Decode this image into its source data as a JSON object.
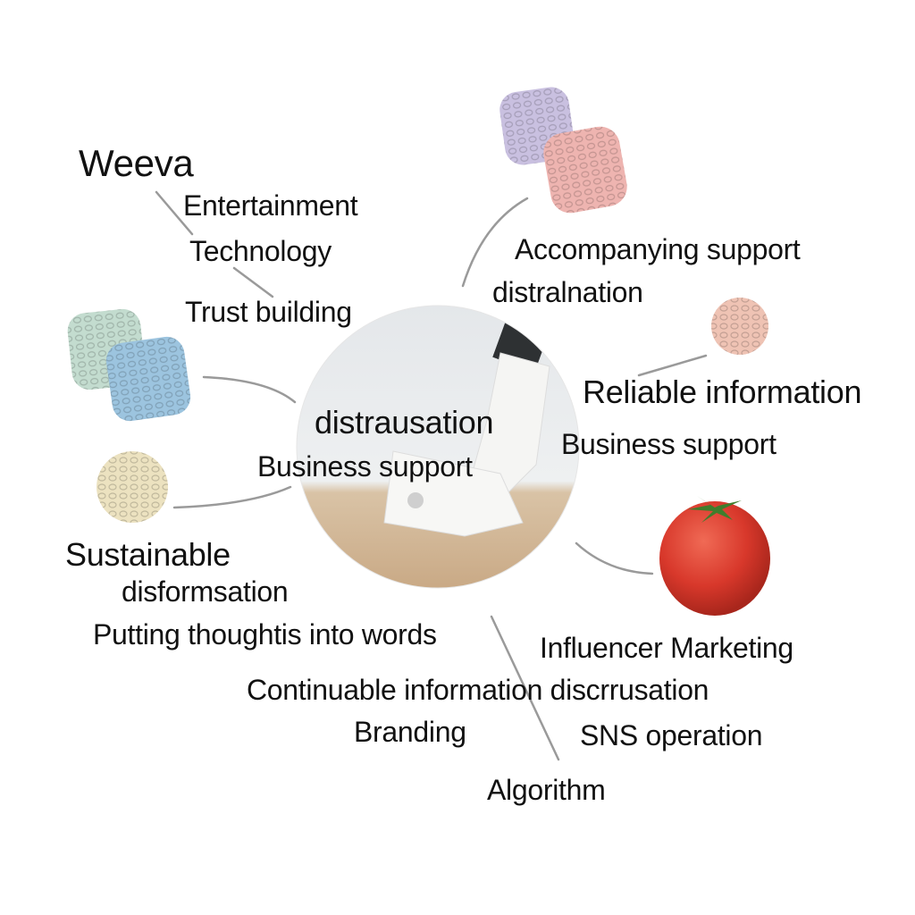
{
  "title": "Weeva",
  "labels": {
    "entertainment": "Entertainment",
    "technology": "Technology",
    "trust_building": "Trust building",
    "accompanying_support": "Accompanying support",
    "distralnation": "distralnation",
    "reliable_information": "Reliable information",
    "business_support_right": "Business support",
    "distrausation": "distrausation",
    "business_support_center": "Business support",
    "sustainable": "Sustainable",
    "disformsation": "disformsation",
    "putting_thoughts": "Putting thoughtis into words",
    "influencer_marketing": "Influencer Marketing",
    "continuable": "Continuable information discrrusation",
    "branding": "Branding",
    "sns_operation": "SNS operation",
    "algorithm": "Algorithm"
  },
  "colors": {
    "purple": "#c9c0e0",
    "pink": "#eeb4b0",
    "peach": "#efc3b4",
    "green": "#c3dccf",
    "blue": "#9cc4df",
    "yellow": "#ece2c0",
    "tomato": "#d8382b",
    "line": "#9a9a9a"
  }
}
